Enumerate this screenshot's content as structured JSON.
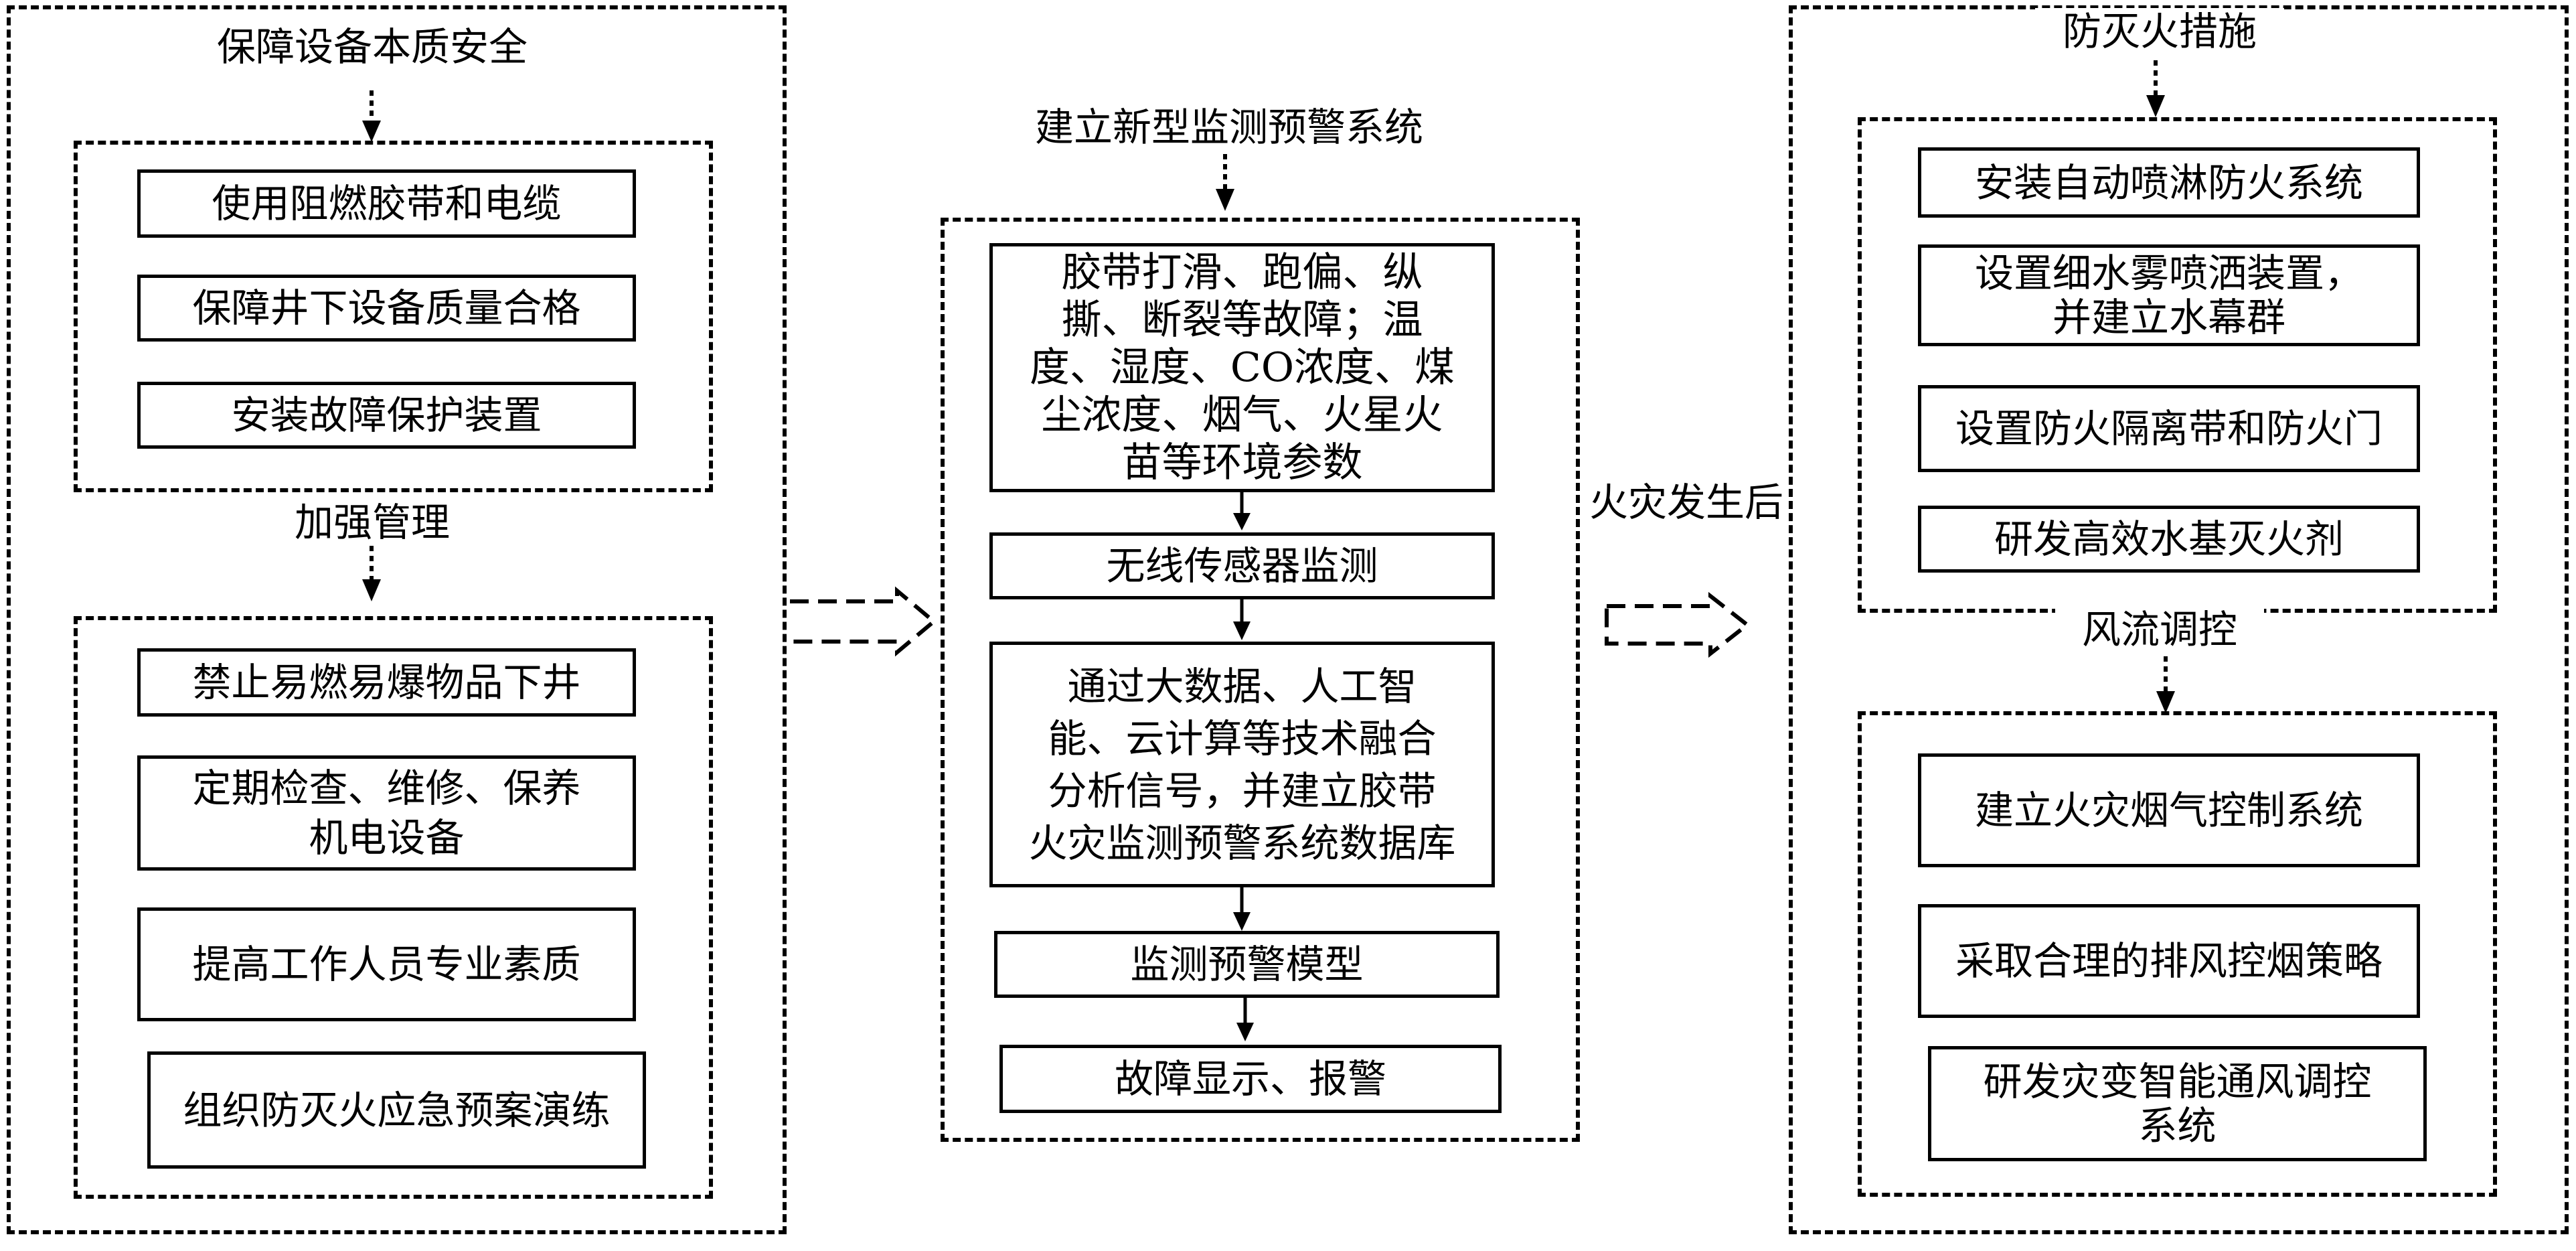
{
  "left": {
    "title": "保障设备本质安全",
    "group1_items": [
      "使用阻燃胶带和电缆",
      "保障井下设备质量合格",
      "安装故障保护装置"
    ],
    "group2_label": "加强管理",
    "group2_items": [
      "禁止易燃易爆物品下井",
      "定期检查、维修、保养\n机电设备",
      "提高工作人员专业素质",
      "组织防灭火应急预案演练"
    ]
  },
  "middle": {
    "title": "建立新型监测预警系统",
    "steps": [
      "胶带打滑、跑偏、纵\n撕、断裂等故障；温\n度、湿度、CO浓度、煤\n尘浓度、烟气、火星火\n苗等环境参数",
      "无线传感器监测",
      "通过大数据、人工智\n能、云计算等技术融合\n分析信号，并建立胶带\n火灾监测预警系统数据库",
      "监测预警模型",
      "故障显示、报警"
    ]
  },
  "connector_label": "火灾发生后",
  "right": {
    "title": "防灭火措施",
    "group1_items": [
      "安装自动喷淋防火系统",
      "设置细水雾喷洒装置，\n并建立水幕群",
      "设置防火隔离带和防火门",
      "研发高效水基灭火剂"
    ],
    "group2_label": "风流调控",
    "group2_items": [
      "建立火灾烟气控制系统",
      "采取合理的排风控烟策略",
      "研发灾变智能通风调控\n系统"
    ]
  }
}
